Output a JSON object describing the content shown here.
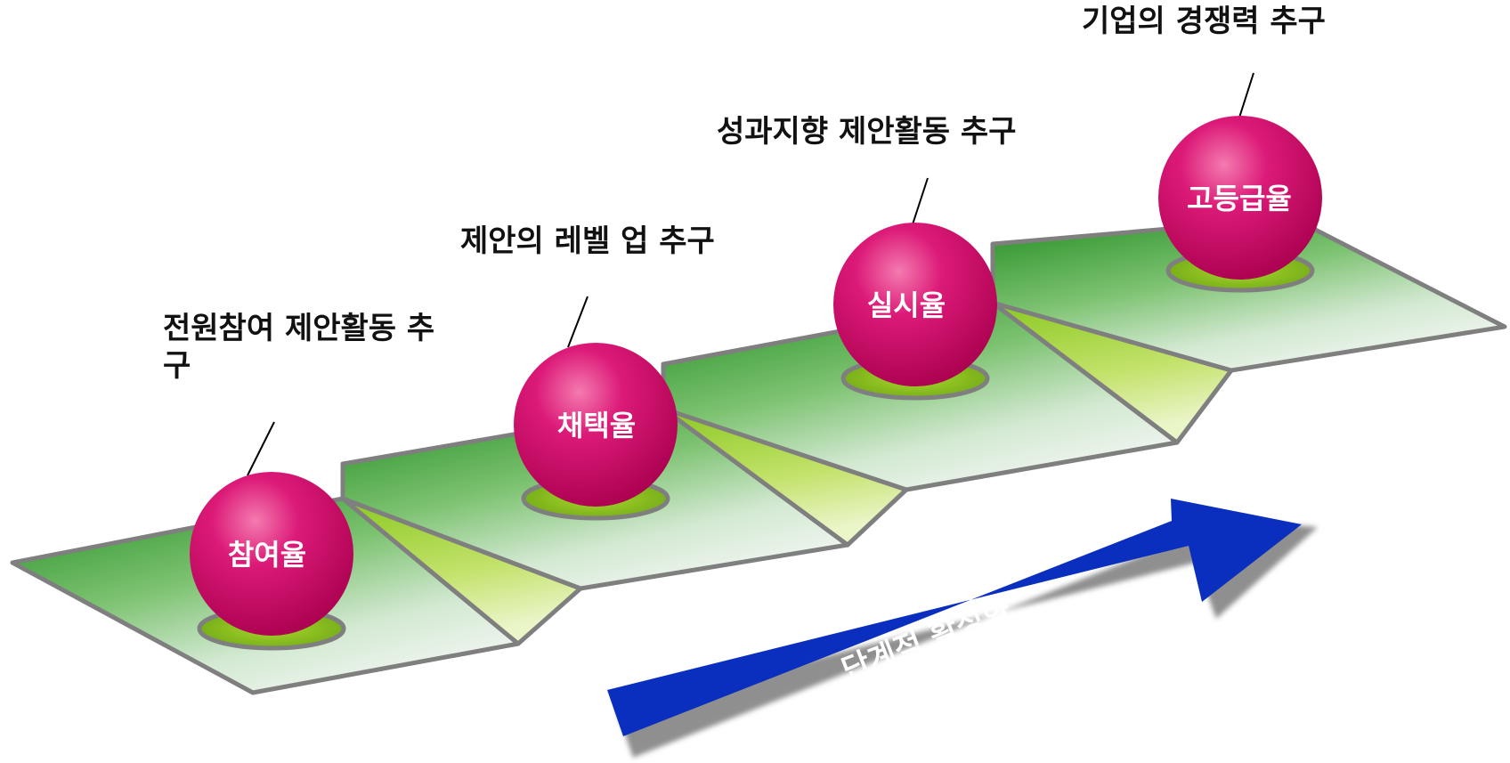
{
  "steps": [
    {
      "label": "참여율",
      "caption": "전원참여 제안활동 추구"
    },
    {
      "label": "채택율",
      "caption": "제안의 레벨 업 추구"
    },
    {
      "label": "실시율",
      "caption": "성과지향 제안활동 추구"
    },
    {
      "label": "고등급율",
      "caption": "기업의 경쟁력 추구"
    }
  ],
  "arrow": {
    "label": "단계적 활성화",
    "color": "#0a2fbe"
  },
  "colors": {
    "ball": "#d4106f",
    "step_green": "#3e9d3a",
    "riser_green": "#8ac820",
    "step_outline": "#7f7f7f"
  }
}
